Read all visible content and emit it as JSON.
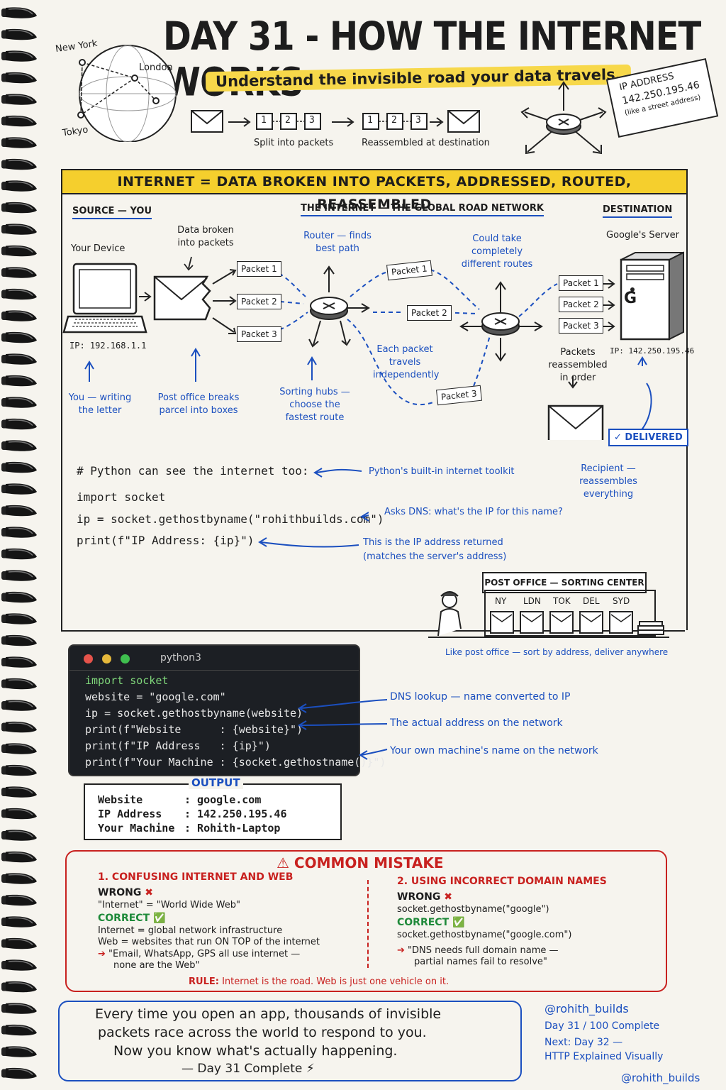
{
  "header": {
    "title": "DAY 31 - HOW THE INTERNET WORKS",
    "subtitle": "Understand the invisible road your data travels."
  },
  "globe": {
    "cities": [
      "New York",
      "London",
      "Tokyo"
    ]
  },
  "packet_flow": {
    "nums": [
      "1",
      "2",
      "3"
    ],
    "split_label": "Split into packets",
    "reassembled_label": "Reassembled at destination"
  },
  "ip_card": {
    "title": "IP ADDRESS",
    "value": "142.250.195.46",
    "note": "(like a street address)"
  },
  "banner": "INTERNET = DATA BROKEN INTO PACKETS, ADDRESSED, ROUTED, REASSEMBLED",
  "diagram": {
    "source_head": "SOURCE — YOU",
    "network_head": "THE INTERNET — THE GLOBAL ROAD NETWORK",
    "dest_head": "DESTINATION",
    "device_label": "Your Device",
    "device_ip": "IP: 192.168.1.1",
    "broken_label": "Data broken into packets",
    "server_label": "Google's Server",
    "server_ip": "IP: 142.250.195.46",
    "server_logo": "G",
    "packets": [
      "Packet 1",
      "Packet 2",
      "Packet 3"
    ],
    "router_note": "Router — finds best path",
    "routes_note": "Could take completely different routes",
    "independent_note": "Each packet travels independently",
    "hubs_note": "Sorting hubs — choose the fastest route",
    "you_note": "You — writing the letter",
    "postoffice_note": "Post office breaks parcel into boxes",
    "reassembled_note": "Packets reassembled in order",
    "delivered": "✓ DELIVERED",
    "recipient_note": "Recipient — reassembles everything"
  },
  "snippet": {
    "lines": [
      "# Python can see the internet too:",
      "import socket",
      "ip = socket.gethostbyname(\"rohithbuilds.com\")",
      "print(f\"IP Address: {ip}\")"
    ],
    "notes": [
      "Python's built-in internet toolkit",
      "Asks DNS: what's the IP for this name?",
      "This is the IP address returned",
      "(matches the server's address)"
    ]
  },
  "post_office": {
    "sign": "POST OFFICE — SORTING CENTER",
    "bins": [
      "NY",
      "LDN",
      "TOK",
      "DEL",
      "SYD"
    ],
    "caption": "Like post office — sort by address, deliver anywhere"
  },
  "terminal": {
    "title": "python3",
    "lines": [
      "import socket",
      "website = \"google.com\"",
      "ip = socket.gethostbyname(website)",
      "print(f\"Website      : {website}\")",
      "print(f\"IP Address   : {ip}\")",
      "print(f\"Your Machine : {socket.gethostname()}\")"
    ],
    "notes": [
      "DNS lookup — name converted to IP",
      "The actual address on the network",
      "Your own machine's name on the network"
    ]
  },
  "output": {
    "label": "OUTPUT",
    "rows": [
      {
        "key": "Website",
        "value": ": google.com"
      },
      {
        "key": "IP Address",
        "value": ": 142.250.195.46"
      },
      {
        "key": "Your Machine",
        "value": ": Rohith-Laptop"
      }
    ]
  },
  "mistake": {
    "title": "COMMON MISTAKE",
    "left": {
      "heading": "1. CONFUSING INTERNET AND WEB",
      "wrong": "WRONG",
      "wrong_text": "\"Internet\" = \"World Wide Web\"",
      "correct": "CORRECT",
      "correct_lines": [
        "Internet = global network infrastructure",
        "Web = websites that run ON TOP of the internet"
      ],
      "arrow_lines": [
        "\"Email, WhatsApp, GPS all use internet —",
        "none are the Web\""
      ]
    },
    "right": {
      "heading": "2. USING INCORRECT DOMAIN NAMES",
      "wrong": "WRONG",
      "wrong_text": "socket.gethostbyname(\"google\")",
      "correct": "CORRECT",
      "correct_text": "socket.gethostbyname(\"google.com\")",
      "arrow_lines": [
        "\"DNS needs full domain name —",
        "partial names fail to resolve\""
      ]
    },
    "rule_label": "RULE:",
    "rule_text": "Internet is the road. Web is just one vehicle on it."
  },
  "footer": {
    "lines": [
      "Every time you open an app, thousands of invisible",
      "packets race across the world to respond to you.",
      "Now you know what's actually happening.",
      "— Day 31 Complete ⚡"
    ],
    "handle": "@rohith_builds",
    "progress": "Day 31 / 100 Complete",
    "next1": "Next: Day 32 —",
    "next2": "HTTP Explained Visually",
    "handle2": "@rohith_builds"
  }
}
